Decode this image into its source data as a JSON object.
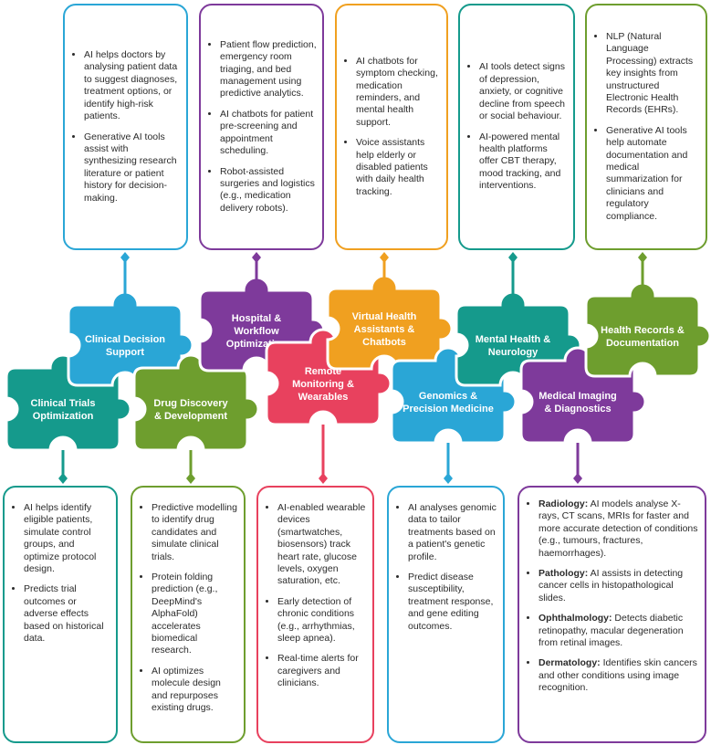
{
  "top_boxes": [
    {
      "color": "#2aa6d6",
      "bullets": [
        "AI helps doctors by analysing patient data to suggest diagnoses, treatment options, or identify high-risk patients.",
        "Generative AI tools assist with synthesizing research literature or patient history for decision-making."
      ]
    },
    {
      "color": "#7e3a9b",
      "bullets": [
        "Patient flow prediction, emergency room triaging, and bed management using predictive analytics.",
        "AI chatbots for patient pre-screening and appointment scheduling.",
        "Robot-assisted surgeries and logistics (e.g., medication delivery robots)."
      ]
    },
    {
      "color": "#f0a020",
      "bullets": [
        "AI chatbots for symptom checking, medication reminders, and mental health support.",
        "Voice assistants help elderly or disabled patients with daily health tracking."
      ]
    },
    {
      "color": "#159a8c",
      "bullets": [
        "AI tools detect signs of depression, anxiety, or cognitive decline from speech or social behaviour.",
        "AI-powered mental health platforms offer CBT therapy, mood tracking, and interventions."
      ]
    },
    {
      "color": "#6e9e2e",
      "bullets": [
        "NLP (Natural Language Processing) extracts key insights from unstructured Electronic Health Records (EHRs).",
        "Generative AI tools help automate documentation and medical summarization for clinicians and regulatory compliance."
      ]
    }
  ],
  "bottom_boxes": [
    {
      "color": "#159a8c",
      "bullets": [
        "AI helps identify eligible patients, simulate control groups, and optimize protocol design.",
        "Predicts trial outcomes or adverse effects based on historical data."
      ]
    },
    {
      "color": "#6e9e2e",
      "bullets": [
        "Predictive modelling to identify drug candidates and simulate clinical trials.",
        "Protein folding prediction (e.g., DeepMind's AlphaFold) accelerates biomedical research.",
        "AI optimizes molecule design and repurposes existing drugs."
      ]
    },
    {
      "color": "#e8415e",
      "bullets": [
        "AI-enabled wearable devices (smartwatches, biosensors) track heart rate, glucose levels, oxygen saturation, etc.",
        "Early detection of chronic conditions (e.g., arrhythmias, sleep apnea).",
        "Real-time alerts for caregivers and clinicians."
      ]
    },
    {
      "color": "#2aa6d6",
      "bullets": [
        "AI analyses genomic data to tailor treatments based on a patient's genetic profile.",
        "Predict disease susceptibility, treatment response, and gene editing outcomes."
      ]
    },
    {
      "color": "#7e3a9b",
      "bullets": [
        {
          "strong": "Radiology:",
          "text": " AI models analyse X-rays, CT scans, MRIs for faster and more accurate detection of conditions (e.g., tumours, fractures, haemorrhages)."
        },
        {
          "strong": "Pathology:",
          "text": " AI assists in detecting cancer cells in histopathological slides."
        },
        {
          "strong": "Ophthalmology:",
          "text": " Detects diabetic retinopathy, macular degeneration from retinal images."
        },
        {
          "strong": "Dermatology:",
          "text": " Identifies skin cancers and other conditions using image recognition."
        }
      ]
    }
  ],
  "pieces": [
    {
      "label": [
        "Clinical Trials",
        "Optimization"
      ],
      "color": "#159a8c"
    },
    {
      "label": [
        "Clinical Decision",
        "Support"
      ],
      "color": "#2aa6d6"
    },
    {
      "label": [
        "Drug Discovery",
        "& Development"
      ],
      "color": "#6e9e2e"
    },
    {
      "label": [
        "Hospital &",
        "Workflow",
        "Optimization"
      ],
      "color": "#7e3a9b"
    },
    {
      "label": [
        "Remote",
        "Monitoring &",
        "Wearables"
      ],
      "color": "#e8415e"
    },
    {
      "label": [
        "Virtual Health",
        "Assistants &",
        "Chatbots"
      ],
      "color": "#f0a020"
    },
    {
      "label": [
        "Genomics &",
        "Precision Medicine"
      ],
      "color": "#2aa6d6"
    },
    {
      "label": [
        "Mental Health &",
        "Neurology"
      ],
      "color": "#159a8c"
    },
    {
      "label": [
        "Medical Imaging",
        "& Diagnostics"
      ],
      "color": "#7e3a9b"
    },
    {
      "label": [
        "Health Records &",
        "Documentation"
      ],
      "color": "#6e9e2e"
    }
  ]
}
